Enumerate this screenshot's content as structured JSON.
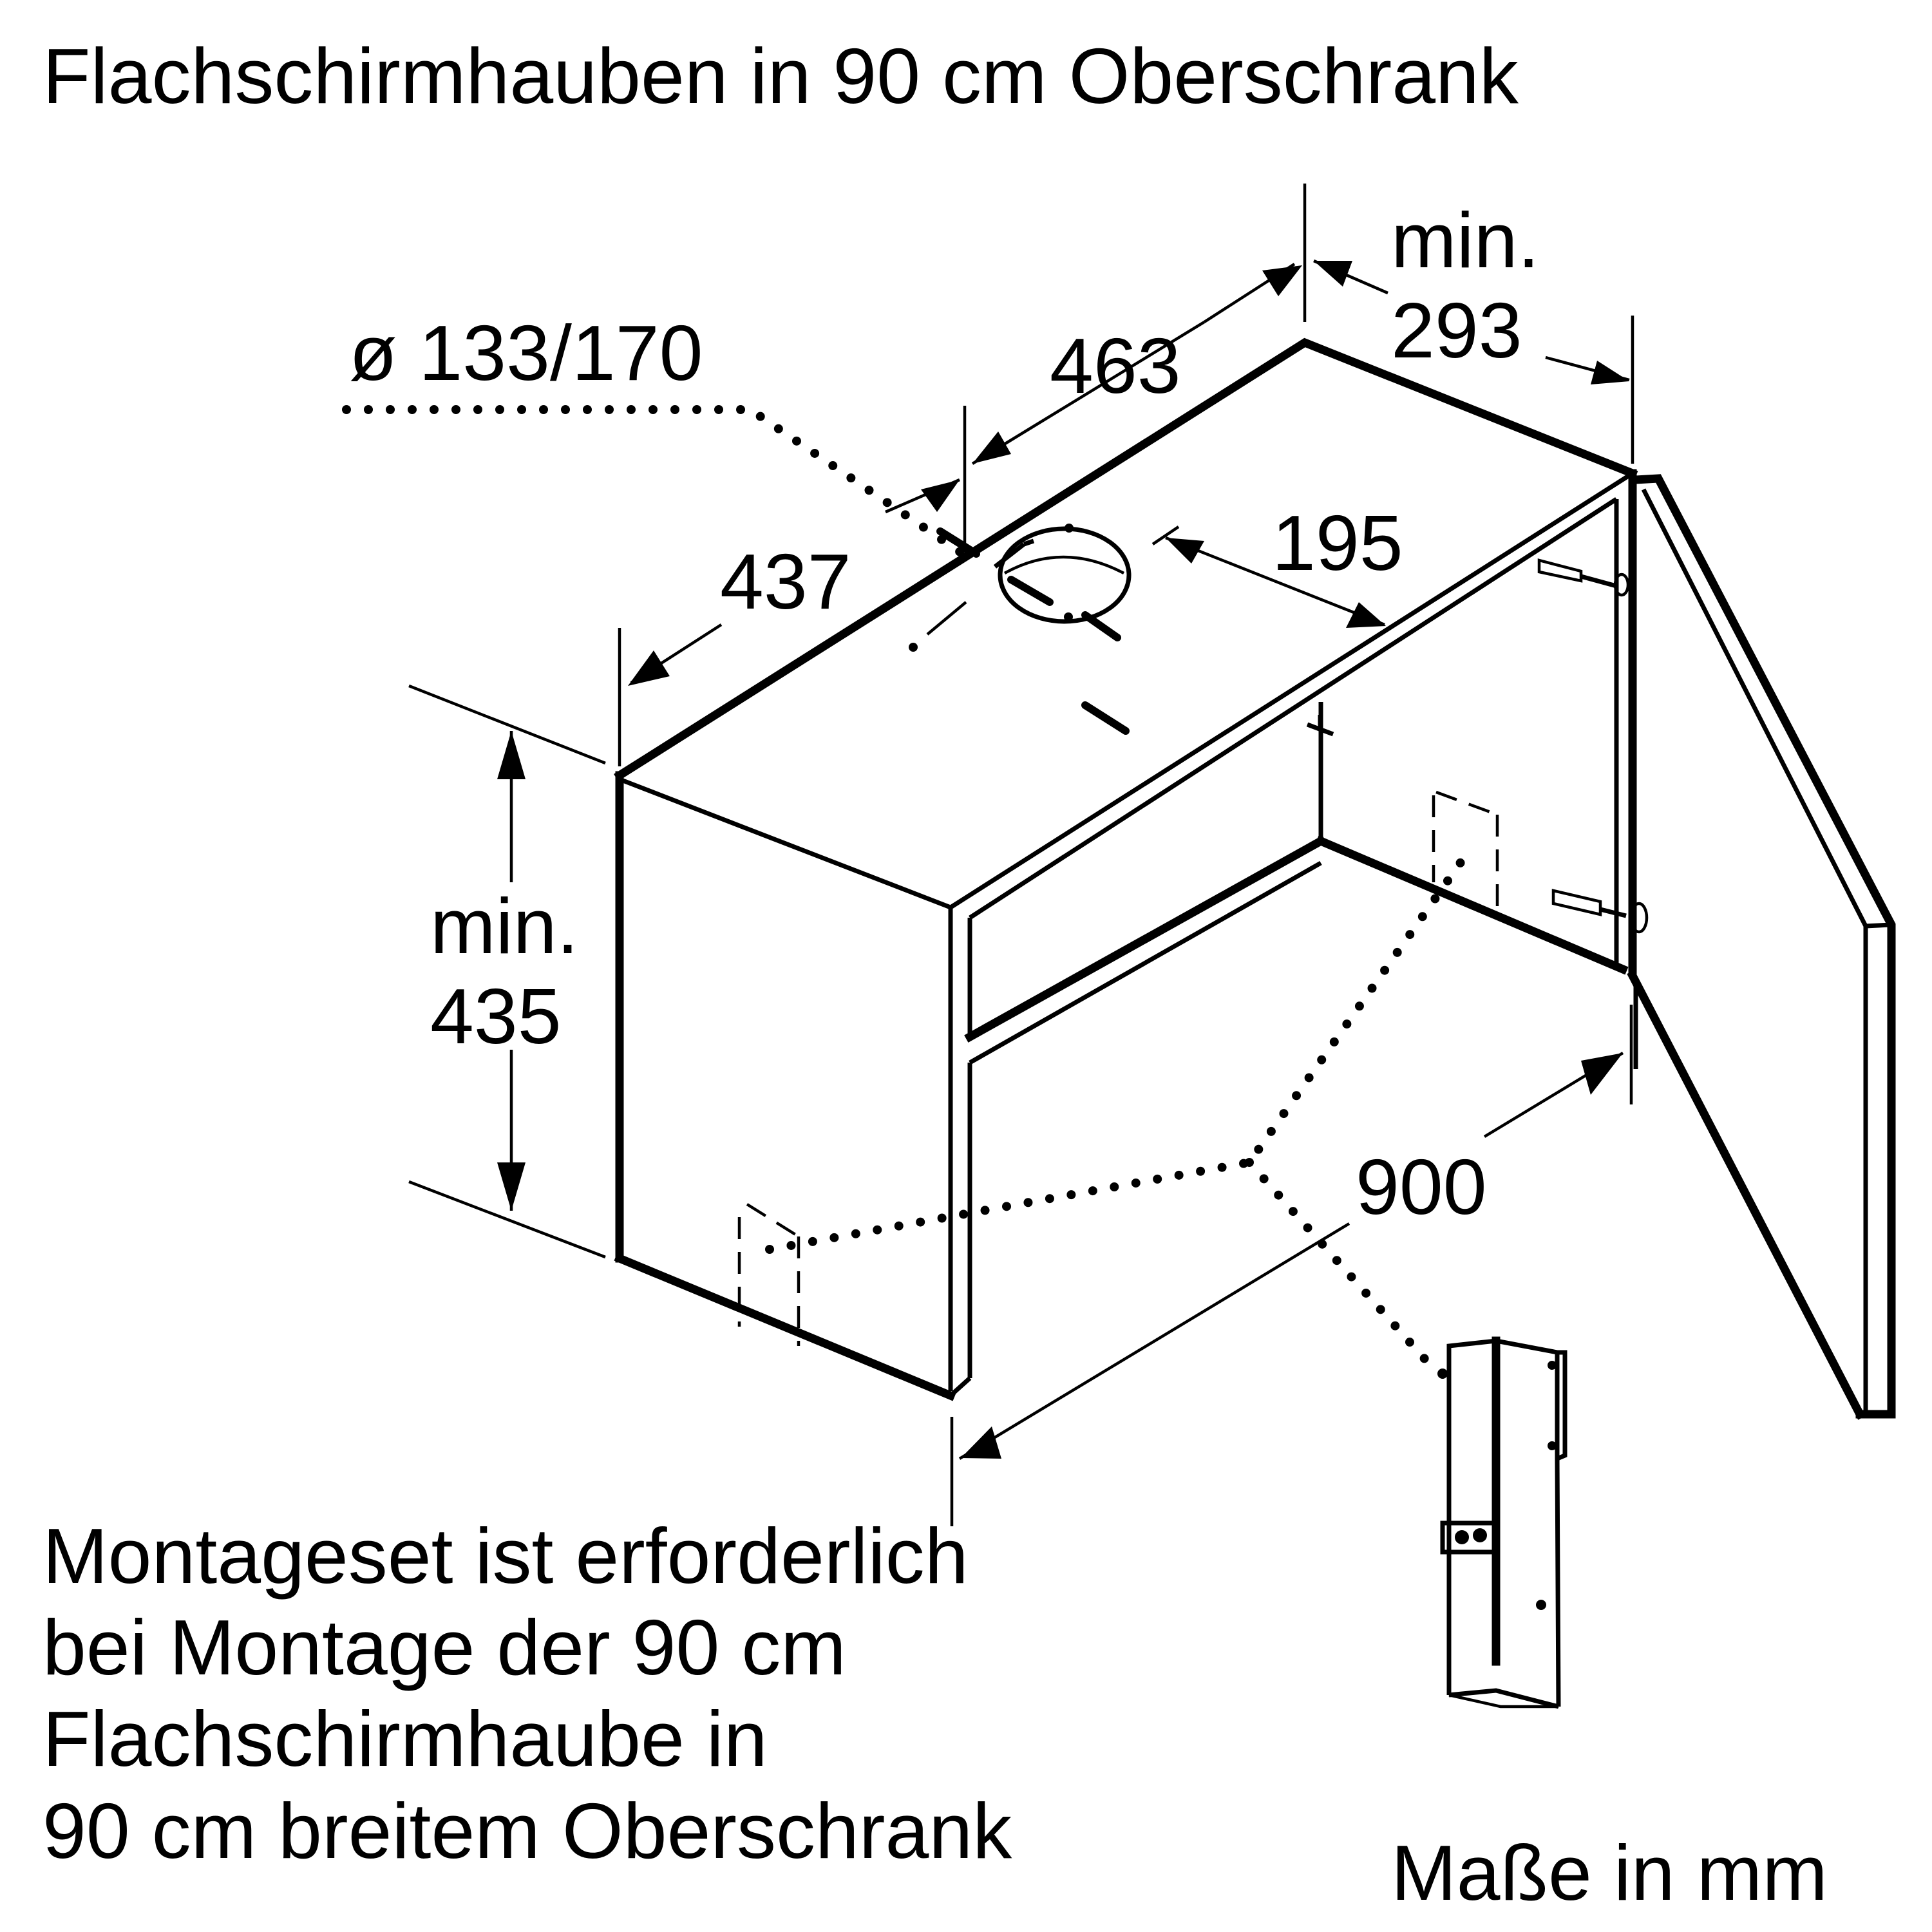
{
  "title": "Flachschirmhauben in 90 cm Oberschrank",
  "note_lines": [
    "Montageset ist erforderlich",
    "bei Montage der 90 cm",
    "Flachschirmhaube in",
    "90 cm breitem Oberschrank"
  ],
  "units": "Maße in mm",
  "dimensions": {
    "duct_diameter": "ø 133/170",
    "depth_top": "463",
    "depth_side": "437",
    "offset_hole": "195",
    "door_clearance_min": "min.",
    "door_clearance": "293",
    "height_min": "min.",
    "height": "435",
    "width": "900"
  },
  "colors": {
    "line": "#000000",
    "background": "#ffffff"
  }
}
